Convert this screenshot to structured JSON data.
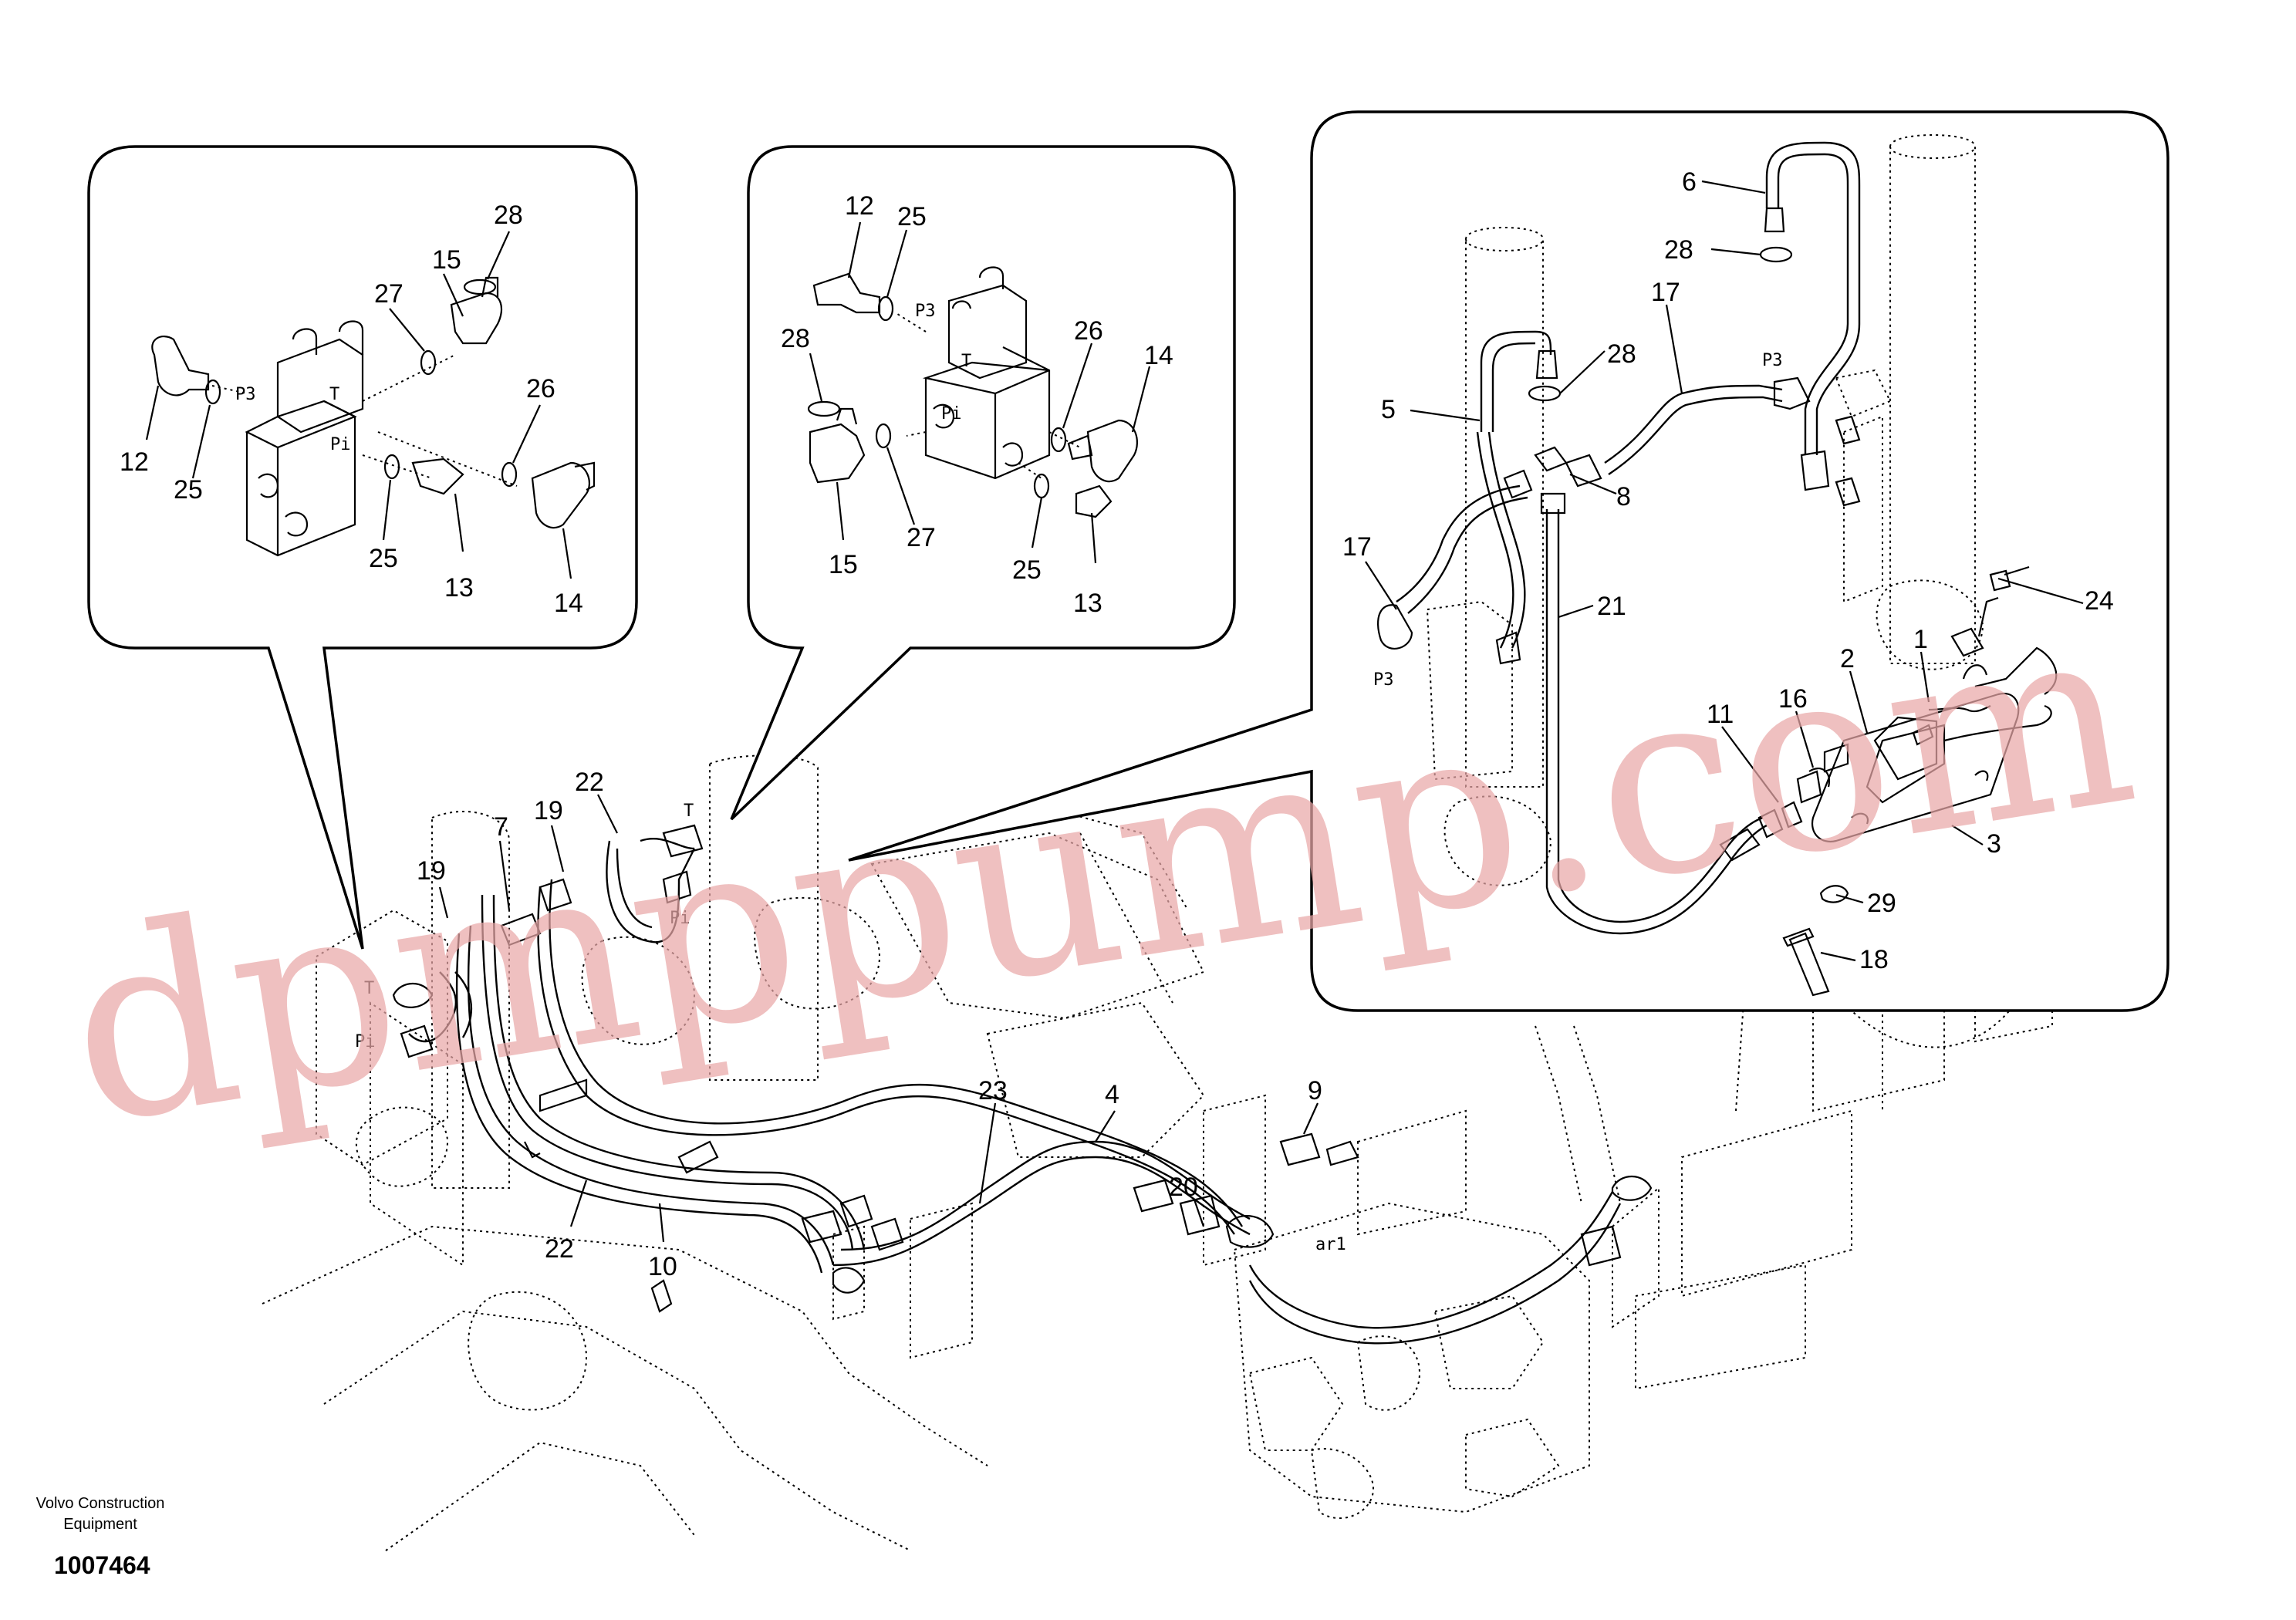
{
  "footer": {
    "brand_line1": "Volvo Construction",
    "brand_line2": "Equipment",
    "drawing_number": "1007464"
  },
  "watermark": "dpmppump.com",
  "port_labels": {
    "p3": "P3",
    "pi": "Pi",
    "t": "T",
    "ar1": "ar1"
  },
  "callouts": {
    "left": [
      "28",
      "15",
      "27",
      "12",
      "25",
      "26",
      "25",
      "13",
      "14"
    ],
    "middle": [
      "12",
      "25",
      "28",
      "26",
      "14",
      "15",
      "27",
      "25",
      "13"
    ],
    "right": [
      "6",
      "28",
      "17",
      "28",
      "5",
      "8",
      "17",
      "21",
      "24",
      "2",
      "1",
      "16",
      "11",
      "29",
      "3",
      "18"
    ],
    "main": [
      "22",
      "7",
      "19",
      "19",
      "23",
      "4",
      "9",
      "20",
      "22",
      "10"
    ]
  }
}
